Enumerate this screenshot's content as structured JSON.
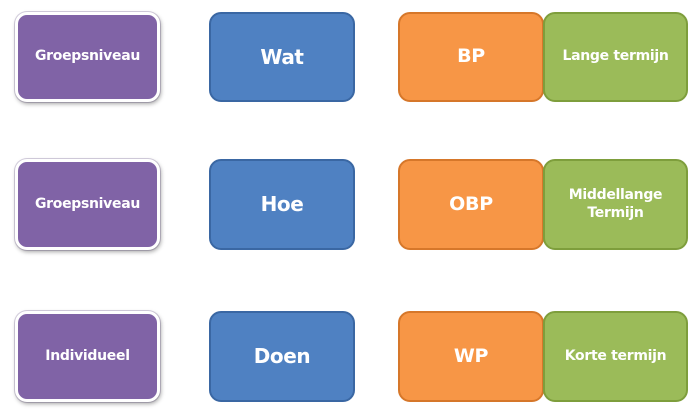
{
  "rows": [
    {
      "level": "Groepsniveau",
      "question": "Wat",
      "plan": "BP",
      "term": "Lange termijn"
    },
    {
      "level": "Groepsniveau",
      "question": "Hoe",
      "plan": "OBP",
      "term_line1": "Middellange",
      "term_line2": "Termijn"
    },
    {
      "level": "Individueel",
      "question": "Doen",
      "plan": "WP",
      "term": "Korte termijn"
    }
  ],
  "colors": {
    "level": "#8063a6",
    "question": "#4f81c2",
    "plan": "#f79646",
    "term": "#9bbb59"
  }
}
